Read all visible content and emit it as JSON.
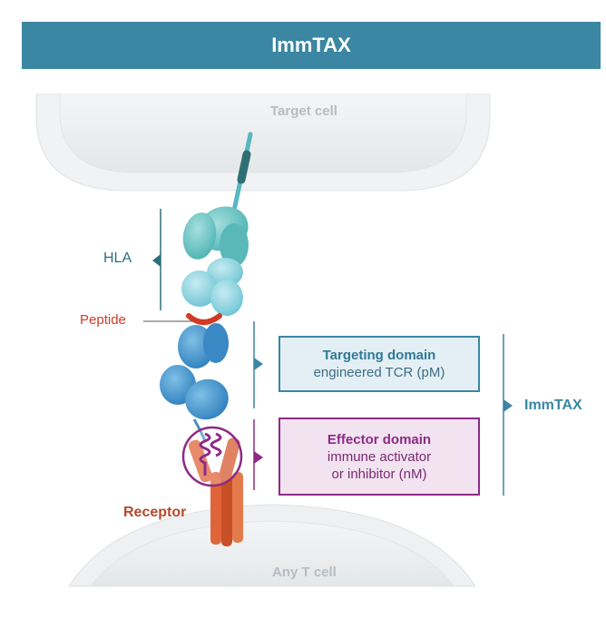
{
  "title": "ImmTAX",
  "target_cell_label": "Target cell",
  "t_cell_label": "Any T cell",
  "hla_label": "HLA",
  "peptide_label": "Peptide",
  "receptor_label": "Receptor",
  "immtax_side_label": "ImmTAX",
  "targeting_domain": {
    "title": "Targeting domain",
    "desc": "engineered TCR (pM)"
  },
  "effector_domain": {
    "title": "Effector domain",
    "desc_line1": "immune activator",
    "desc_line2": "or inhibitor (nM)"
  },
  "colors": {
    "header": "#3a86a3",
    "hla": "#6cc3c2",
    "tcr": "#4b98cf",
    "peptide": "#d23a25",
    "effector": "#8d2a86",
    "receptor": "#e0643a",
    "cell": "#eceeef"
  }
}
